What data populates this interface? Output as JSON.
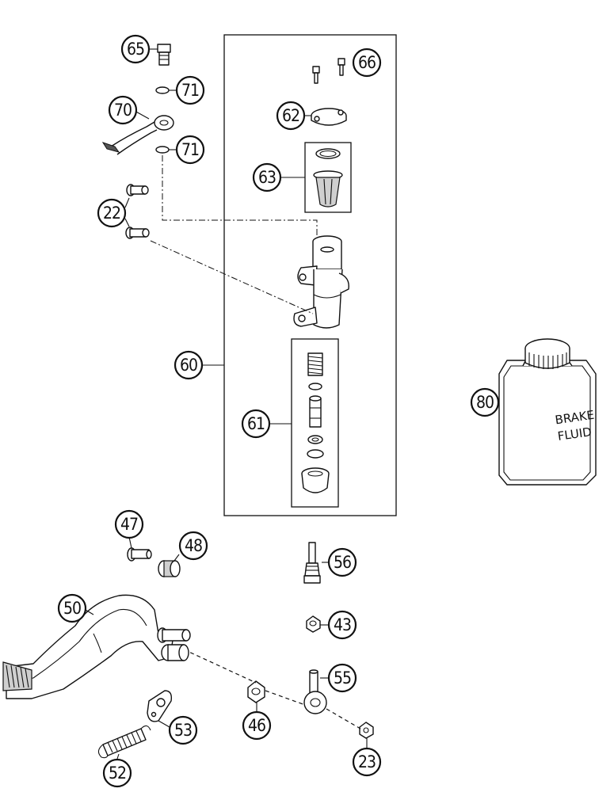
{
  "callouts": {
    "c65": "65",
    "c66": "66",
    "c71a": "71",
    "c70": "70",
    "c71b": "71",
    "c62": "62",
    "c63": "63",
    "c22": "22",
    "c60": "60",
    "c61": "61",
    "c80": "80",
    "c47": "47",
    "c48": "48",
    "c56": "56",
    "c50": "50",
    "c43": "43",
    "c55": "55",
    "c46": "46",
    "c53": "53",
    "c23": "23",
    "c52": "52"
  },
  "brake_fluid": {
    "line1": "BRAKE",
    "line2": "FLUID"
  }
}
